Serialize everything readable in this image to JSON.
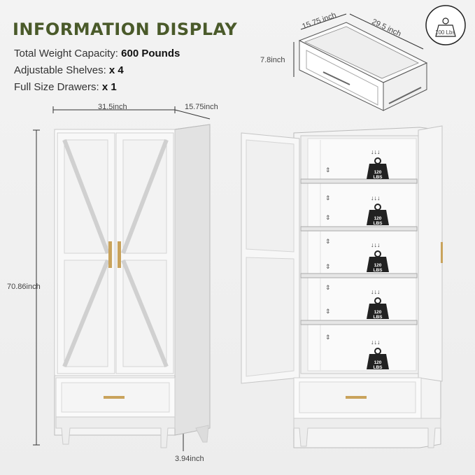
{
  "title": "INFORMATION DISPLAY",
  "specs": [
    {
      "label": "Total Weight Capacity:",
      "value": "600 Pounds"
    },
    {
      "label": "Adjustable Shelves:",
      "value": "x 4"
    },
    {
      "label": "Full Size Drawers:",
      "value": "x 1"
    }
  ],
  "drawer_dims": {
    "depth": "15.75 inch",
    "width": "29.5 inch",
    "height": "7.8inch",
    "weight": "100 Lbs"
  },
  "cabinet_dims": {
    "width": "31.5inch",
    "depth": "15.75inch",
    "height": "70.86inch",
    "leg": "3.94inch"
  },
  "shelf_load": {
    "value": "120",
    "unit": "LBS"
  },
  "colors": {
    "title": "#4a5a2a",
    "cabinet": "#f7f7f7",
    "handle": "#c9a35c"
  }
}
